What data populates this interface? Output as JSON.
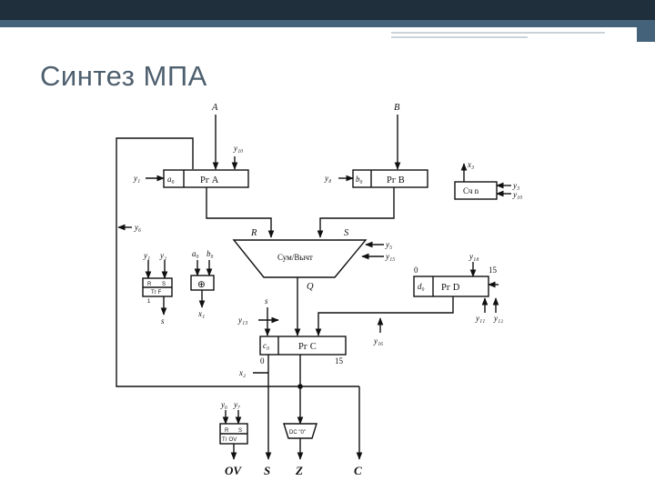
{
  "slide": {
    "title": "Синтез МПА",
    "accent_color": "#1f2f3c",
    "band_color": "#44637a",
    "title_color": "#4e5f6e"
  },
  "diagram": {
    "inputs": {
      "a": "A",
      "b": "B"
    },
    "reg_a": {
      "label": "Рг A",
      "cell": "a₀",
      "sig_load": "y₁",
      "sig_shift": "y₁₀"
    },
    "reg_b": {
      "label": "Рг B",
      "cell": "b₀",
      "sig_load": "y₄"
    },
    "counter": {
      "label": "Сч n",
      "sig_out": "x₃",
      "sig_a": "y₃",
      "sig_b": "y₁₀"
    },
    "alu": {
      "label": "Сум/Вычт",
      "in_left": "R",
      "in_right": "S",
      "out": "Q",
      "sig_a": "y₅",
      "sig_b": "y₁₅"
    },
    "reg_d": {
      "label": "Рг D",
      "cell": "d₀",
      "bit_lo": "0",
      "bit_hi": "15",
      "sig_top": "y₁₄",
      "sig_a": "y₁₁",
      "sig_b": "y₁₂"
    },
    "reg_c": {
      "label": "Рг C",
      "cell": "c₀",
      "bit_lo": "0",
      "bit_hi": "15",
      "sig_load": "y₁₃",
      "sig_in": "s",
      "sig_side": "y₁₆"
    },
    "sig_feedback": "y₆",
    "trig_s": {
      "in_a": "y₁",
      "in_b": "y₂",
      "cell_r": "R",
      "cell_s": "S",
      "name": "Тг F",
      "pin": "1",
      "out": "s"
    },
    "xor": {
      "in_a": "a₀",
      "in_b": "b₀",
      "symbol": "⊕",
      "out": "x₁"
    },
    "sig_x2": "x₂",
    "trig_ov": {
      "in_a": "y₆",
      "in_b": "y₇",
      "cell_r": "R",
      "cell_s": "S",
      "name": "Тг OV"
    },
    "decoder": {
      "label": "DC \"0\""
    },
    "outputs": {
      "ov": "OV",
      "s": "S",
      "z": "Z",
      "c": "C"
    }
  }
}
